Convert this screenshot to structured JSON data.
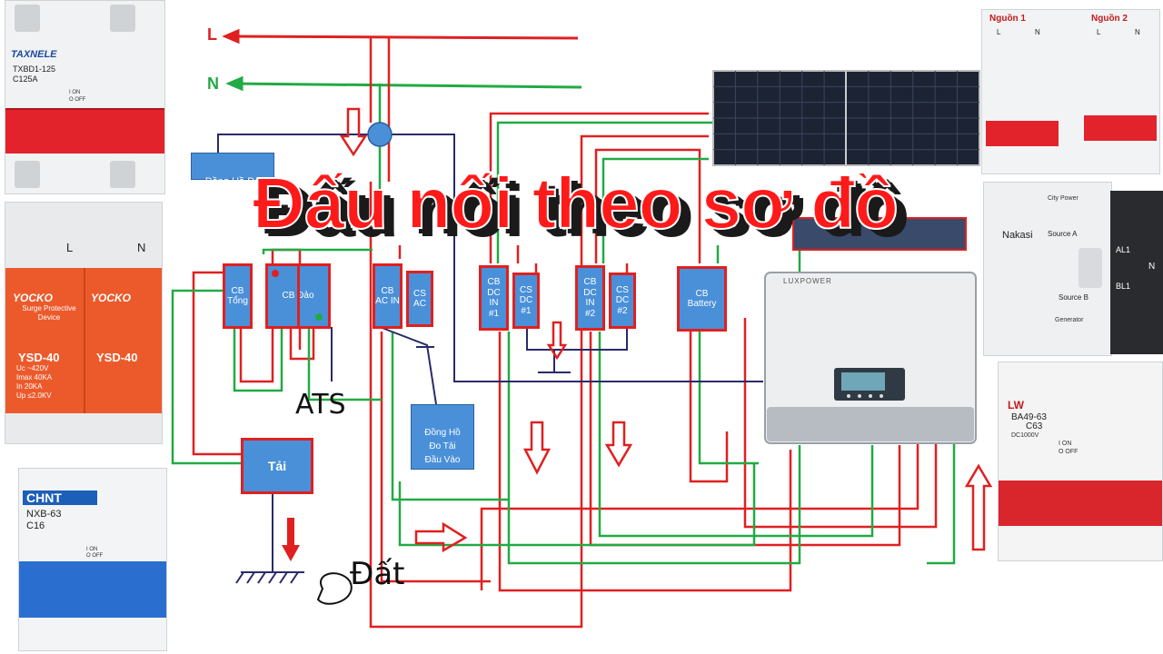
{
  "headline": "Đấu nối theo sơ đồ",
  "grid_lines": {
    "live": "L",
    "neutral": "N"
  },
  "labels": {
    "meter_in": "Đồng Hồ Đo",
    "meter_load": "Đồng Hồ\nĐo Tải\nĐầu Vào",
    "ats": "ATS",
    "earth": "Đất",
    "load": "Tải"
  },
  "components": {
    "cb_main": "CB\nTổng",
    "cb_switch": "CB Đảo",
    "cb_ac_in": "CB\nAC IN",
    "cs_ac": "CS\nAC",
    "cb_dc_in_1": "CB\nDC IN\n#1",
    "cs_dc_1": "CS\nDC\n#1",
    "cb_dc_in_2": "CB\nDC IN\n#2",
    "cs_dc_2": "CS\nDC\n#2",
    "cb_battery": "CB\nBattery"
  },
  "devices": {
    "breaker_top_left": {
      "brand": "TAXNELE",
      "model": "TXBD1-125",
      "rating": "C125A",
      "on": "I ON",
      "off": "O OFF"
    },
    "spd": {
      "brand": "YOCKO",
      "name": "Surge Protective\nDevice",
      "model": "YSD-40",
      "uc": "Uc  ~420V",
      "imax": "Imax  40KA",
      "in": "In  20KA",
      "up": "Up ≤2.0KV",
      "terminal_l": "L",
      "terminal_n": "N"
    },
    "breaker_bottom_left": {
      "brand": "CHNT",
      "model": "NXB-63",
      "rating": "C16",
      "on": "I ON",
      "off": "O OFF"
    },
    "ats_switch": {
      "source_1": "Nguồn 1",
      "source_2": "Nguồn 2",
      "l": "L",
      "n": "N",
      "brand": "Nakasi",
      "source_a": "Source A",
      "source_b": "Source B",
      "generator": "Generator",
      "city_power": "City Power"
    },
    "breaker_right": {
      "brand": "LW",
      "model": "BA49-63",
      "rating": "C63",
      "voltage": "DC1000V",
      "on": "I ON",
      "off": "O OFF"
    },
    "inverter": {
      "brand": "LUXPOWER"
    },
    "contactor": {
      "a": "AL1",
      "b": "BL1",
      "n": "N"
    }
  },
  "colors": {
    "line_red": "#e02020",
    "line_green": "#22aa44",
    "line_dark": "#2a2a6a",
    "box_blue": "#4a90d9",
    "headline": "#ff1a1a"
  }
}
